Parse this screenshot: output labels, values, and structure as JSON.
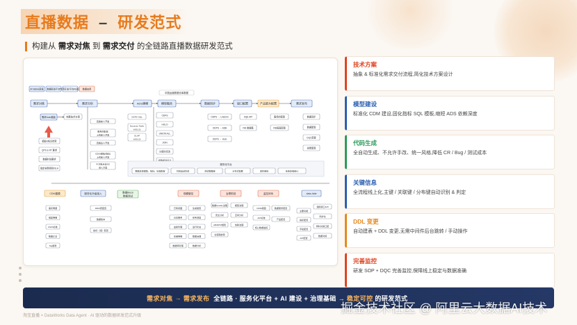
{
  "title": {
    "left": "直播数据",
    "dash": "–",
    "right": "研发范式"
  },
  "subtitle": {
    "pre": "构建从",
    "a": "需求对焦",
    "mid": "到",
    "b": "需求交付",
    "post": "的全链路直播数据研发范式"
  },
  "diagram": {
    "legend": [
      "AI Native研发",
      "数据研发平台",
      "专项开发/平台AI建设",
      "数据应用"
    ],
    "top_note": "中国运营数据仓库数据",
    "flow": [
      "需求对焦",
      "需求分析",
      "ADS建模",
      "模型融合",
      "数据同步",
      "接口配置",
      "产品能力配置",
      "需求发布"
    ],
    "col1": [
      "需求Auto模板",
      "模板&知识检索",
      "QPS & RT 要求",
      "数据时效要求",
      "指定告警规则/SLA"
    ],
    "col1b": [
      "完整技术方案"
    ],
    "col2": [
      "直播前人开发",
      "服务的配置\n上线前人开发",
      "直播后人开发",
      "CDM(模板/指标)\n上线前人开发",
      "千万级点击SD\n进入方案"
    ],
    "col3": [
      "ODPS SQL",
      "Dynamic Table\n(HOLO)",
      "OLAP\n(HOLO)"
    ],
    "col4": [
      "ODPS",
      "HOLO",
      "UNION ALL",
      "JOIN",
      "分组时间流",
      "道路规划设计"
    ],
    "col5": [
      "ODPS → Lindorm",
      "ODPS → ADB",
      "ODPS → Holo"
    ],
    "col6": [
      "SQE API",
      "FBI 数据集"
    ],
    "col7": [
      "服务的配置",
      "FBI报表配置"
    ],
    "col8": [
      "数据同步",
      "数据配置",
      "DQC配置",
      "告警配置"
    ],
    "platform_title": "服务化平台",
    "platform": [
      "数据资源模型、指标、标准配置",
      "代码自动生成",
      "测试数据库",
      "分布式集群",
      "发布审批",
      "系统多维统计"
    ],
    "groups": [
      "CDM建模",
      "服务化升级接入",
      "数据Mock\n数据测试",
      "规模管控",
      "治理机制",
      "监控体系",
      "data-hide"
    ],
    "g1": [
      "事实明细",
      "维度明细",
      "DWS标准",
      "数据汇总",
      "Tag服务"
    ],
    "g1b": [
      "DDM表配置",
      "数据版本",
      "指标（组）配置"
    ],
    "g2": [
      "已有视图",
      "日志服务",
      "血缘管理",
      "存储明细",
      "数据库管理"
    ],
    "g2b": [
      "生成报表",
      "任务调度",
      "运行状态",
      "数据治理",
      "数据分析"
    ],
    "g3": [
      "模型治理",
      "空间分析",
      "依赖治理"
    ],
    "g3b": [
      "数据Quality治理",
      "安全分析",
      "AB/RPM规则",
      "全链路告警"
    ],
    "g4": [
      "DDM视图",
      "API标准",
      "核心数据监控"
    ],
    "g4b": [
      "数据服务配置",
      "产品配置"
    ],
    "g5": [
      "主要功能",
      "指标配置",
      "字段配置",
      "API配置"
    ],
    "g5b": [
      "通用接口API",
      "同步化",
      "同时对接口配",
      "数据对接"
    ]
  },
  "cards": [
    {
      "head": "技术方案",
      "body": "抽象 & 标准化需求交付流程,简化技术方案设计",
      "color": "#e0421f"
    },
    {
      "head": "模型建设",
      "body": "标准化 CDM 建设,固化指标 SQL 模板,缩短 ADS 依赖深度",
      "color": "#2a5fb0"
    },
    {
      "head": "代码生成",
      "body": "全自动生成、不允许手改、统一风格,降低 CR / Bug / 测试成本",
      "color": "#2c9a5a"
    },
    {
      "head": "关键信息",
      "body": "全流程线上化,主键 / 关联键 / 分布键自动识别 & 判定",
      "color": "#2a5fb0"
    },
    {
      "head": "DDL 变更",
      "body": "自动建表 + DDL 变更,无需中间件后台跳转 / 手动操作",
      "color": "#e5891e"
    },
    {
      "head": "完善监控",
      "body": "研发 SOP + DQC 完善监控,保障线上稳定与数据准确",
      "color": "#e0421f"
    }
  ],
  "banner": {
    "a": "需求对焦",
    "arrow": "→",
    "b": "需求发布",
    "c": "全链路 · 服务化平台 + AI 建设 + 治理基础 →",
    "d": "稳定可控",
    "e": "的研发范式"
  },
  "footer": "淘宝直播 × DataWorks Data Agent · AI 驱动的数据研发范式升级",
  "watermark": "掘金技术社区 @ 阿里云大数据AI技术"
}
